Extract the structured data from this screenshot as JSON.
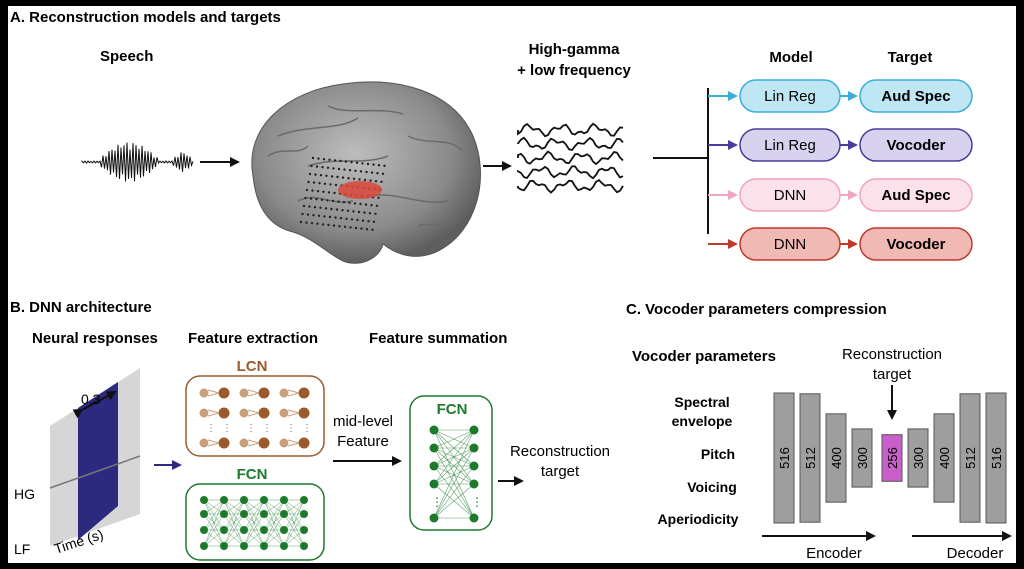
{
  "panelA": {
    "title": "A. Reconstruction models and targets",
    "speech_label": "Speech",
    "neural_label_line1": "High-gamma",
    "neural_label_line2": "+ low frequency",
    "model_header": "Model",
    "target_header": "Target",
    "rows": [
      {
        "model": "Lin Reg",
        "target": "Aud Spec",
        "color": "#3aaed8",
        "fill": "#bfe6f3"
      },
      {
        "model": "Lin Reg",
        "target": "Vocoder",
        "color": "#4b3b9a",
        "fill": "#d8d2ee"
      },
      {
        "model": "DNN",
        "target": "Aud Spec",
        "color": "#f2a3bf",
        "fill": "#fbe1ea"
      },
      {
        "model": "DNN",
        "target": "Vocoder",
        "color": "#c0392b",
        "fill": "#f0b9b4"
      }
    ]
  },
  "panelB": {
    "title": "B. DNN architecture",
    "neural_responses": "Neural responses",
    "feature_extraction": "Feature extraction",
    "feature_summation": "Feature summation",
    "window_label": "0.3",
    "time_label": "Time (s)",
    "hg_label": "HG",
    "lf_label": "LF",
    "lcn_label": "LCN",
    "fcn_label": "FCN",
    "fcn2_label": "FCN",
    "mid_level_line1": "mid-level",
    "mid_level_line2": "Feature",
    "recon_line1": "Reconstruction",
    "recon_line2": "target",
    "colors": {
      "lcn": "#9b5a2b",
      "fcn": "#1d7a2c",
      "window": "#2b2a7e"
    }
  },
  "panelC": {
    "title": "C. Vocoder parameters compression",
    "vocoder_parameters": "Vocoder parameters",
    "recon_target_line1": "Reconstruction",
    "recon_target_line2": "target",
    "params": [
      "Spectral",
      "envelope",
      "Pitch",
      "Voicing",
      "Aperiodicity"
    ],
    "layers": [
      "516",
      "512",
      "400",
      "300",
      "256",
      "300",
      "400",
      "512",
      "516"
    ],
    "encoder": "Encoder",
    "decoder": "Decoder",
    "highlight_color": "#c95fc8"
  }
}
